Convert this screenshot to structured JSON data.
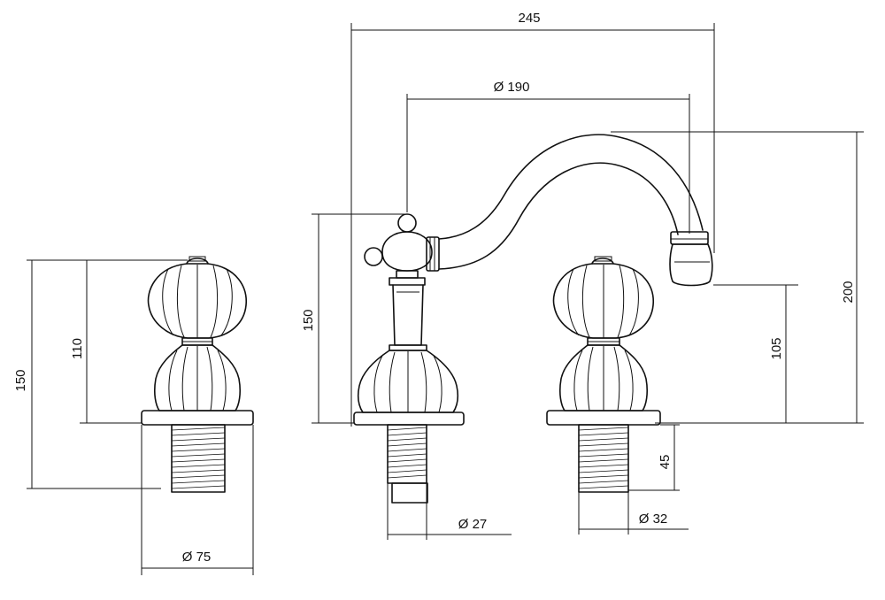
{
  "dimensions": {
    "overall_width": "245",
    "spout_reach": "Ø 190",
    "spout_height": "200",
    "spout_outlet_height": "105",
    "spout_body_height": "150",
    "handle_height": "110",
    "handle_total_height": "150",
    "thread_length": "45",
    "base_diameter": "Ø 75",
    "spout_thread_diameter": "Ø 27",
    "handle_thread_diameter": "Ø 32"
  },
  "colors": {
    "line": "#111111",
    "background": "#ffffff"
  }
}
